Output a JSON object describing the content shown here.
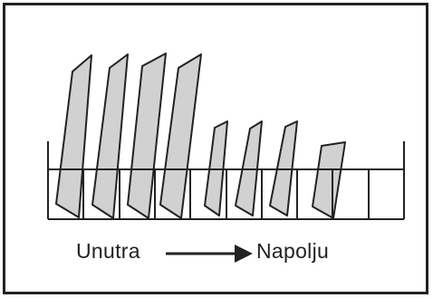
{
  "caption": {
    "from_label": "Unutra",
    "to_label": "Napolju",
    "arrow_icon": "arrow-right-icon"
  },
  "colors": {
    "plate_fill": "#d1d1d1",
    "line": "#222222",
    "background": "#ffffff"
  },
  "rack": {
    "slot_count": 10,
    "plates": [
      {
        "size": "large"
      },
      {
        "size": "large"
      },
      {
        "size": "large"
      },
      {
        "size": "large"
      },
      {
        "size": "medium"
      },
      {
        "size": "medium"
      },
      {
        "size": "medium"
      },
      {
        "size": "small"
      }
    ]
  }
}
